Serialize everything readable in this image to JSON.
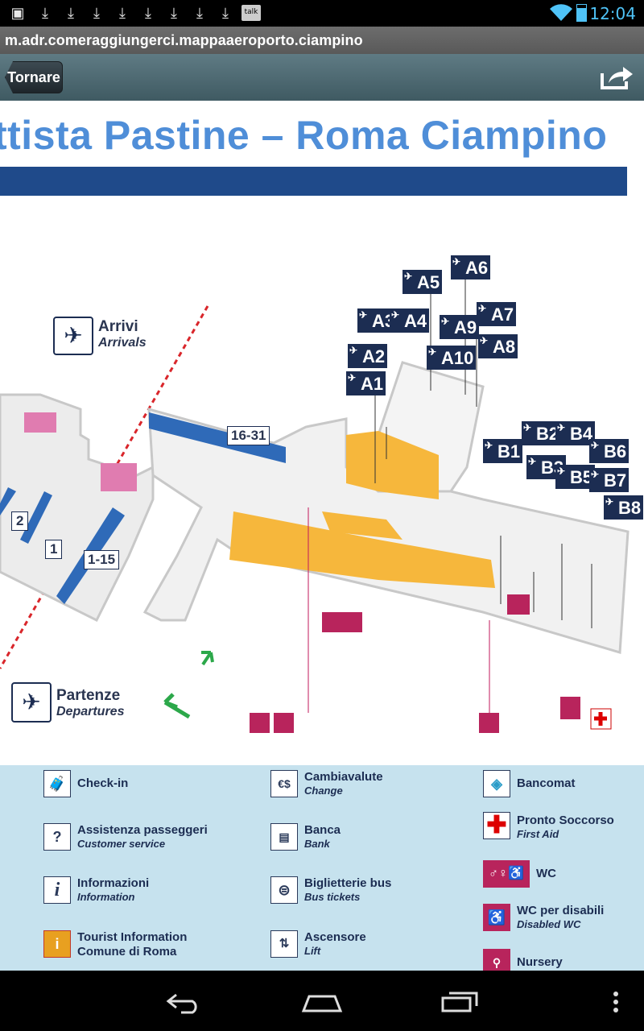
{
  "status_bar": {
    "time": "12:04",
    "notification_icons": [
      "image-icon",
      "download-icon",
      "download-icon",
      "download-icon",
      "download-icon",
      "download-icon",
      "download-icon",
      "download-icon",
      "download-icon"
    ],
    "talk_label": "talk"
  },
  "browser": {
    "url": "m.adr.comeraggiungerci.mappaaeroporto.ciampino"
  },
  "toolbar": {
    "back_label": "Tornare",
    "share_icon": "share-icon"
  },
  "map": {
    "title": "ttista Pastine – Roma Ciampino",
    "arrivals_it": "Arrivi",
    "arrivals_en": "Arrivals",
    "departures_it": "Partenze",
    "departures_en": "Departures",
    "checkin_1_15": "1-15",
    "checkin_16_31": "16-31",
    "checkin_1": "1",
    "checkin_2": "2",
    "gates_a": [
      "A1",
      "A2",
      "A3",
      "A4",
      "A5",
      "A6",
      "A7",
      "A8",
      "A9",
      "A10"
    ],
    "gates_b": [
      "B1",
      "B2",
      "B3",
      "B4",
      "B5",
      "B6",
      "B7",
      "B8"
    ],
    "colors": {
      "title": "#4f8ed8",
      "title_bar": "#1f4a8a",
      "gate_bg": "#1c2d52",
      "shops": "#f6b73c",
      "wc": "#b8245c",
      "legend_bg": "#c6e2ee"
    }
  },
  "legend": {
    "items": [
      {
        "id": "checkin",
        "icon": "checkin-icon",
        "main": "Check-in",
        "sub": ""
      },
      {
        "id": "customer",
        "icon": "customer-service-icon",
        "main": "Assistenza passeggeri",
        "sub": "Customer service"
      },
      {
        "id": "info",
        "icon": "info-icon",
        "main": "Informazioni",
        "sub": "Information"
      },
      {
        "id": "tourist",
        "icon": "tourist-info-icon",
        "main": "Tourist Information",
        "sub": "Comune di Roma"
      },
      {
        "id": "change",
        "icon": "exchange-icon",
        "main": "Cambiavalute",
        "sub": "Change"
      },
      {
        "id": "bank",
        "icon": "bank-icon",
        "main": "Banca",
        "sub": "Bank"
      },
      {
        "id": "bus",
        "icon": "bus-ticket-icon",
        "main": "Biglietterie bus",
        "sub": "Bus tickets"
      },
      {
        "id": "lift",
        "icon": "lift-icon",
        "main": "Ascensore",
        "sub": "Lift"
      },
      {
        "id": "atm",
        "icon": "atm-icon",
        "main": "Bancomat",
        "sub": ""
      },
      {
        "id": "firstaid",
        "icon": "first-aid-icon",
        "main": "Pronto Soccorso",
        "sub": "First Aid"
      },
      {
        "id": "wc",
        "icon": "wc-icon",
        "main": "WC",
        "sub": ""
      },
      {
        "id": "wcdis",
        "icon": "disabled-wc-icon",
        "main": "WC per disabili",
        "sub": "Disabled WC"
      },
      {
        "id": "nursery",
        "icon": "nursery-icon",
        "main": "Nursery",
        "sub": ""
      }
    ]
  },
  "nav": {
    "buttons": [
      "back-nav-icon",
      "home-nav-icon",
      "recent-apps-icon",
      "menu-icon"
    ]
  }
}
